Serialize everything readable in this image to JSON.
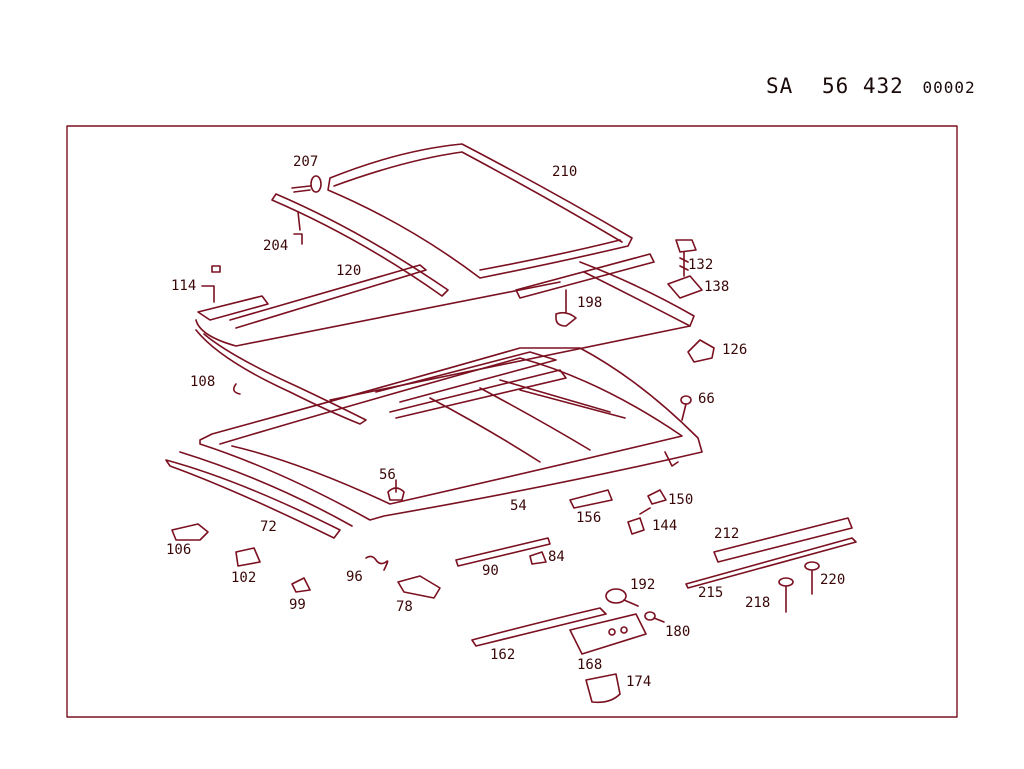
{
  "header": {
    "prefix": "SA",
    "number": "56 432",
    "code": "00002"
  },
  "colors": {
    "ink": "#7a1020",
    "label": "#3a0808",
    "frame": "#7a1020"
  },
  "callouts": {
    "p207": "207",
    "p210": "210",
    "p204": "204",
    "p120": "120",
    "p114": "114",
    "p132": "132",
    "p138": "138",
    "p198": "198",
    "p126": "126",
    "p108": "108",
    "p66": "66",
    "p56": "56",
    "p54": "54",
    "p150": "150",
    "p156": "156",
    "p144": "144",
    "p72": "72",
    "p106": "106",
    "p102": "102",
    "p99": "99",
    "p96": "96",
    "p78": "78",
    "p90": "90",
    "p84": "84",
    "p212": "212",
    "p192": "192",
    "p215": "215",
    "p218": "218",
    "p220": "220",
    "p180": "180",
    "p162": "162",
    "p168": "168",
    "p174": "174"
  }
}
